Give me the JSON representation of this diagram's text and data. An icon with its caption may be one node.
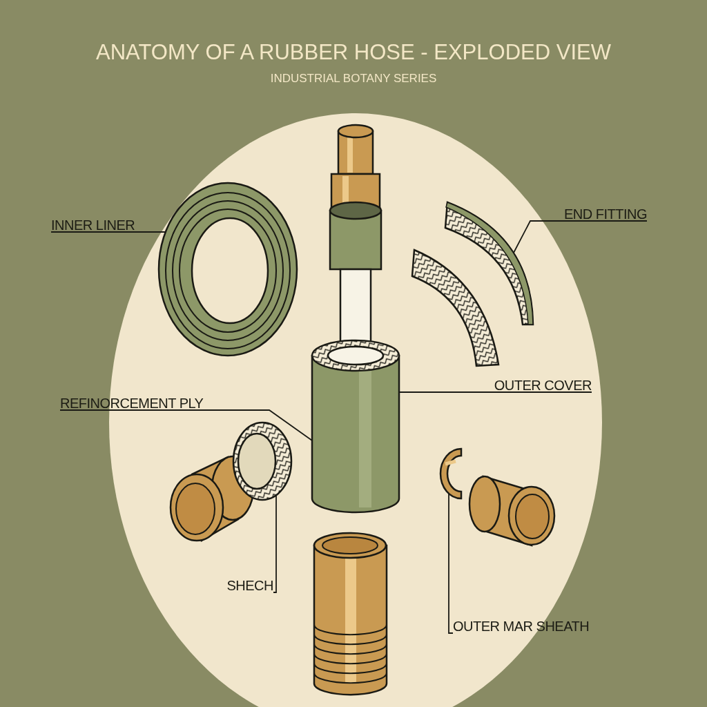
{
  "diagram": {
    "title": "ANATOMY OF A RUBBER HOSE - EXPLODED VIEW",
    "nodes": [
      {
        "text": [
          "INNER LINER"
        ]
      },
      {
        "text": [],
        "shape": "picture"
      },
      {
        "text": [
          "END FITTING"
        ]
      },
      {
        "text": [],
        "shape": "picture"
      },
      {
        "text": [
          "OUTER COVER"
        ]
      },
      {
        "text": [
          "REFINORCEMENT PLY"
        ]
      },
      {
        "text": [],
        "shape": "picture"
      },
      {
        "text": [],
        "shape": "picture"
      },
      {
        "text": [
          "SHECH"
        ]
      },
      {
        "text": [],
        "shape": "picture"
      },
      {
        "text": [
          "OUTER MAR SHEATH"
        ]
      }
    ],
    "edges": [
      {
        "from": 0,
        "to": 1,
        "arrow": "none"
      },
      {
        "from": 2,
        "to": 3,
        "arrow": "none"
      },
      {
        "from": 4,
        "to": 6,
        "arrow": "none"
      },
      {
        "from": 5,
        "to": 6,
        "arrow": "none"
      },
      {
        "from": 8,
        "to": 7,
        "arrow": "none"
      },
      {
        "from": 10,
        "to": 9,
        "arrow": "none"
      }
    ],
    "labels": [
      "INDUSTRIAL BOTANY SERIES"
    ]
  }
}
